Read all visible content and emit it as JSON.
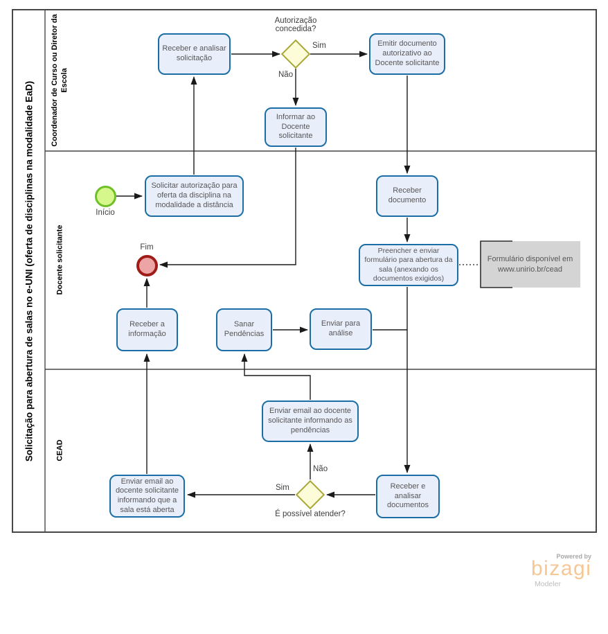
{
  "pool": {
    "title": "Solicitação para abertura de salas no e-UNI (oferta de disciplinas na modalidade EaD)",
    "lanes": [
      {
        "label": "Coordenador de Curso ou Diretor da Escola"
      },
      {
        "label": "Docente  solicitante"
      },
      {
        "label": "CEAD"
      }
    ]
  },
  "events": {
    "start": {
      "label": "Início"
    },
    "end": {
      "label": "Fim"
    }
  },
  "tasks": {
    "receber_analisar_solicitacao": "Receber  e analisar solicitação",
    "emitir_documento": "Emitir documento autorizativo ao Docente solicitante",
    "informar_docente": "Informar ao Docente solicitante",
    "solicitar_autorizacao": "Solicitar autorização para oferta da disciplina na modalidade a distância",
    "receber_documento": "Receber documento",
    "preencher_enviar_formulario": "Preencher e enviar formulário para abertura da sala (anexando os documentos exigidos)",
    "receber_informacao": "Receber a informação",
    "sanar_pendencias": "Sanar Pendências",
    "enviar_para_analise": "Enviar para análise",
    "enviar_email_pendencias": "Enviar email ao docente solicitante informando as pendências",
    "enviar_email_sala_aberta": "Enviar email ao docente solicitante informando que a sala está aberta",
    "receber_analisar_documentos": "Receber e analisar documentos"
  },
  "gateways": {
    "autorizacao_concedida": {
      "question": "Autorização concedida?",
      "yes": "Sim",
      "no": "Não"
    },
    "possivel_atender": {
      "question": "É possível atender?",
      "yes": "Sim",
      "no": "Não"
    }
  },
  "annotation": {
    "text": "Formulário disponível em www.unirio.br/cead"
  },
  "branding": {
    "powered_by": "Powered by",
    "brand": "bizagi",
    "product": "Modeler"
  },
  "colors": {
    "task_fill": "#e9eefb",
    "task_border": "#1b6ea5",
    "gateway_fill": "#fdfcd9",
    "gateway_border": "#a9a83a",
    "start_fill": "#d5f78c",
    "start_border": "#6fbf27",
    "end_fill": "#eda4a4",
    "end_border": "#9f1d18",
    "annotation_fill": "#d4d4d4",
    "lane_border": "#474747",
    "brand_color": "#f6c695"
  }
}
